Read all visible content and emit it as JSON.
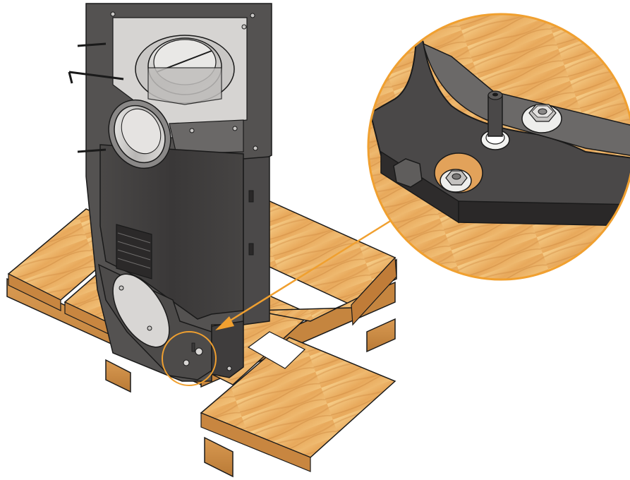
{
  "figure": {
    "colors": {
      "background": "#ffffff",
      "wood_light": "#f2c27a",
      "wood_mid": "#e6a357",
      "wood_dark": "#c9843c",
      "wood_edge": "#9c6228",
      "outline": "#1a1a1a",
      "metal_dark": "#3d3b3b",
      "metal_mid": "#5a5857",
      "metal_light": "#bdbbba",
      "metal_pale": "#dcdad8",
      "callout": "#f0a030"
    },
    "parts": {
      "pallet": "wooden-pallet",
      "unit": "stove-body-rear-view",
      "detail": "bracket-bolt-detail"
    }
  }
}
